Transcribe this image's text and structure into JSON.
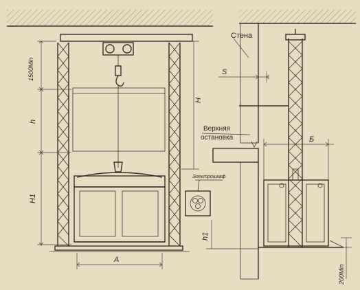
{
  "labels": {
    "wall": "Стена",
    "upper_stop_line1": "Верхняя",
    "upper_stop_line2": "остановка",
    "switch_box": "Электрошкаф"
  },
  "dimensions": {
    "clearance_top": "1500Min",
    "height_total": "H",
    "cabin_height": "h",
    "lift_height": "H1",
    "base_height": "h1",
    "width": "A",
    "gap": "S",
    "depth": "Б",
    "pit": "200Min"
  },
  "colors": {
    "paper": "#e9dcc3",
    "ink": "#3a3128",
    "hatch": "#8c7f6c"
  }
}
